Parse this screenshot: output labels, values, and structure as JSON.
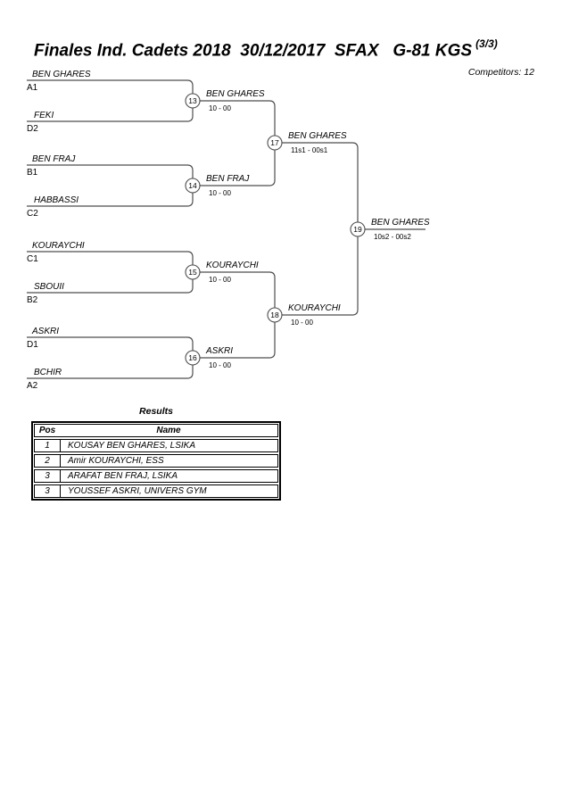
{
  "header": {
    "title": "Finales Ind. Cadets 2018  30/12/2017  SFAX   G-81 KGS",
    "page_indicator": "(3/3)",
    "competitors_label": "Competitors: 12"
  },
  "bracket": {
    "round1": [
      {
        "match_no": "13",
        "player1": "BEN GHARES",
        "seed1": "A1",
        "player2": "FEKI",
        "seed2": "D2",
        "winner": "BEN GHARES",
        "score": "10 - 00"
      },
      {
        "match_no": "14",
        "player1": "BEN FRAJ",
        "seed1": "B1",
        "player2": "HABBASSI",
        "seed2": "C2",
        "winner": "BEN FRAJ",
        "score": "10 - 00"
      },
      {
        "match_no": "15",
        "player1": "KOURAYCHI",
        "seed1": "C1",
        "player2": "SBOUII",
        "seed2": "B2",
        "winner": "KOURAYCHI",
        "score": "10 - 00"
      },
      {
        "match_no": "16",
        "player1": "ASKRI",
        "seed1": "D1",
        "player2": "BCHIR",
        "seed2": "A2",
        "winner": "ASKRI",
        "score": "10 - 00"
      }
    ],
    "semifinals": [
      {
        "match_no": "17",
        "winner": "BEN GHARES",
        "score": "11s1 - 00s1"
      },
      {
        "match_no": "18",
        "winner": "KOURAYCHI",
        "score": "10 - 00"
      }
    ],
    "final": {
      "match_no": "19",
      "winner": "BEN GHARES",
      "score": "10s2 - 00s2"
    }
  },
  "results": {
    "title": "Results",
    "columns": {
      "pos": "Pos",
      "name": "Name"
    },
    "rows": [
      {
        "pos": "1",
        "name": "KOUSAY BEN GHARES, LSIKA"
      },
      {
        "pos": "2",
        "name": "Amir KOURAYCHI, ESS"
      },
      {
        "pos": "3",
        "name": "ARAFAT BEN FRAJ, LSIKA"
      },
      {
        "pos": "3",
        "name": "YOUSSEF ASKRI, UNIVERS GYM"
      }
    ]
  },
  "colors": {
    "line": "#4d4d4d",
    "text": "#000000",
    "background": "#ffffff"
  }
}
